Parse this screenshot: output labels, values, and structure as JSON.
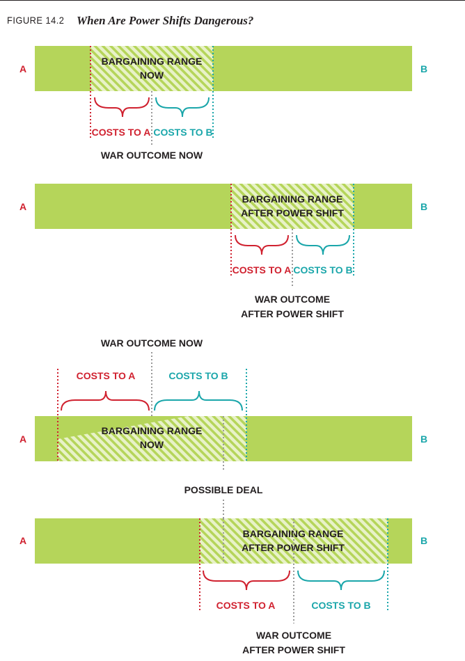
{
  "figure": {
    "number": "FIGURE 14.2",
    "title": "When Are Power Shifts Dangerous?"
  },
  "colors": {
    "bar": "#b5d55a",
    "hatch": "#e8f2c8",
    "side_a": "#d0212f",
    "side_b": "#1aa6aa",
    "text": "#231f20",
    "gray_line": "#999999"
  },
  "panels": [
    {
      "label_a": "A",
      "label_b": "B",
      "range_label": [
        "BARGAINING RANGE",
        "NOW"
      ],
      "costs_a": "COSTS TO A",
      "costs_b": "COSTS TO B",
      "war_outcome": [
        "WAR OUTCOME NOW"
      ]
    },
    {
      "label_a": "A",
      "label_b": "B",
      "range_label": [
        "BARGAINING RANGE",
        "AFTER POWER SHIFT"
      ],
      "costs_a": "COSTS TO A",
      "costs_b": "COSTS TO B",
      "war_outcome": [
        "WAR OUTCOME",
        "AFTER POWER SHIFT"
      ]
    },
    {
      "label_a": "A",
      "label_b": "B",
      "range_label": [
        "BARGAINING RANGE",
        "NOW"
      ],
      "costs_a": "COSTS TO A",
      "costs_b": "COSTS TO B",
      "war_outcome": [
        "WAR OUTCOME NOW"
      ],
      "possible_deal": "POSSIBLE DEAL"
    },
    {
      "label_a": "A",
      "label_b": "B",
      "range_label": [
        "BARGAINING RANGE",
        "AFTER POWER SHIFT"
      ],
      "costs_a": "COSTS TO A",
      "costs_b": "COSTS TO B",
      "war_outcome": [
        "WAR OUTCOME",
        "AFTER POWER SHIFT"
      ]
    }
  ]
}
